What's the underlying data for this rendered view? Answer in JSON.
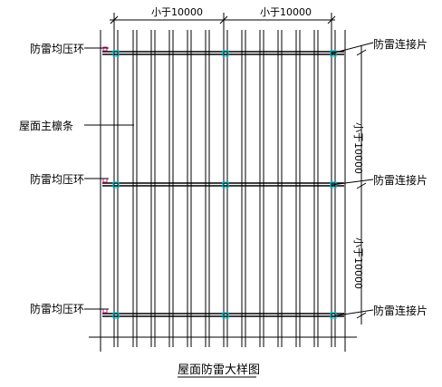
{
  "diagram": {
    "title": "屋面防雷大样图",
    "dimensions": {
      "top_left": "小于10000",
      "top_right": "小于10000",
      "right_upper": "小于10000",
      "right_lower": "小于10000"
    },
    "left_labels": {
      "ring_top": "防雷均压环",
      "purlin": "屋面主檩条",
      "ring_middle": "防雷均压环",
      "ring_bottom": "防雷均压环"
    },
    "right_labels": {
      "connector_top": "防雷连接片",
      "connector_middle": "防雷连接片",
      "connector_bottom": "防雷连接片"
    },
    "colors": {
      "line": "#000000",
      "connector_marker": "#00c8d8",
      "ring_marker": "#e0148c"
    }
  }
}
